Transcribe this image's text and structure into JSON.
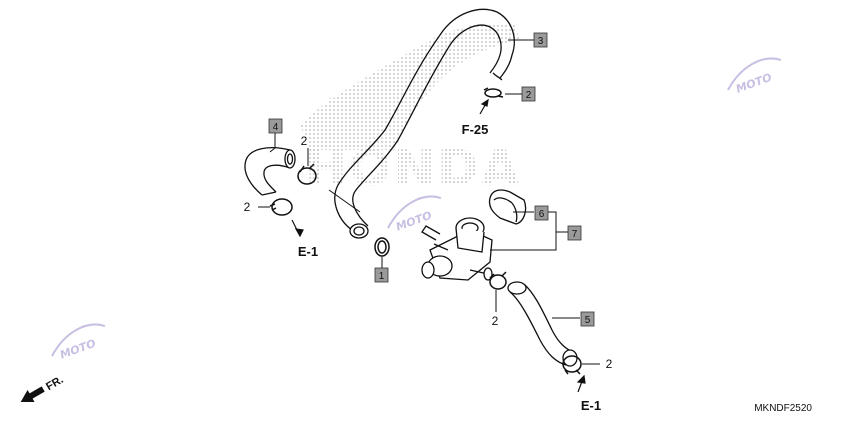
{
  "diagram": {
    "brand_text": "HONDA",
    "callouts": {
      "c1": "1",
      "c2a": "2",
      "c2b": "2",
      "c2c": "2",
      "c2d": "2",
      "c2e": "2",
      "c3": "3",
      "c4": "4",
      "c5": "5",
      "c6": "6",
      "c7": "7"
    },
    "references": {
      "f25": "F-25",
      "e1_left": "E-1",
      "e1_right": "E-1"
    },
    "direction_label": "FR.",
    "diagram_code": "MKNDF2520",
    "watermark_text": "MOTO"
  },
  "colors": {
    "line": "#111111",
    "callout_box": "#9a9a9a",
    "logo_dots": "#b5b5b5",
    "watermark": "#c9bfe3"
  }
}
